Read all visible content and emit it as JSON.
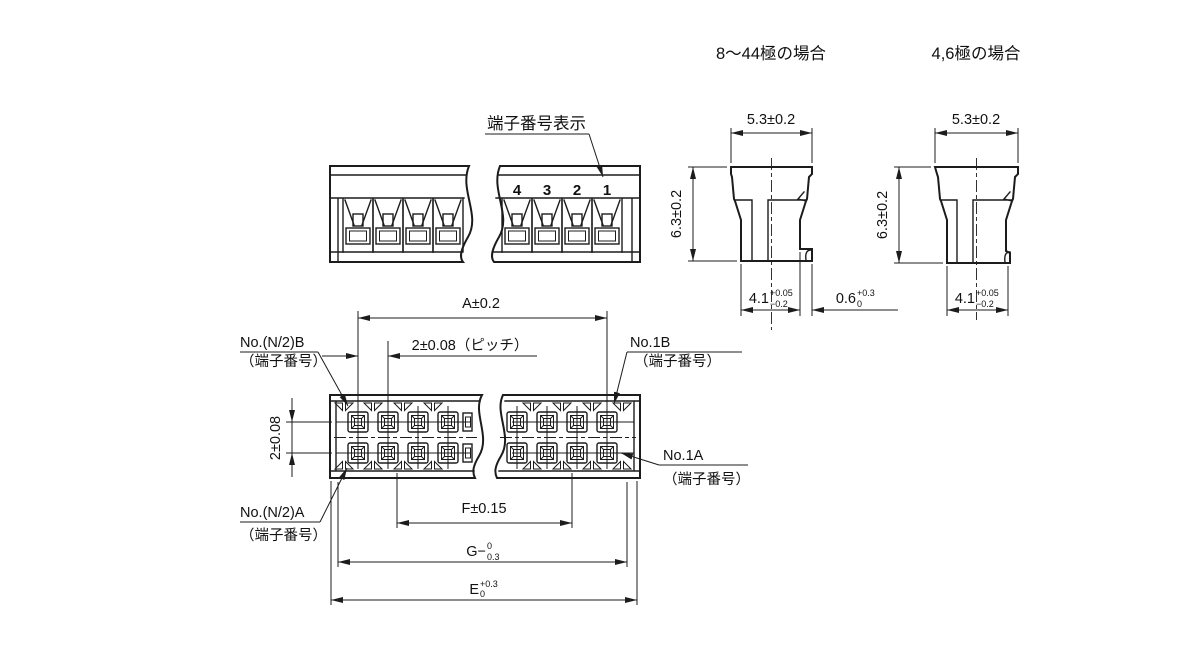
{
  "drawing": {
    "headers": {
      "mid": "8～44極の場合",
      "right": "4,6極の場合"
    },
    "front": {
      "callout": "端子番号表示",
      "nums": [
        "4",
        "3",
        "2",
        "1"
      ]
    },
    "side_a": {
      "w": "5.3±0.2",
      "h": "6.3±0.2",
      "bw": {
        "b": "4.1",
        "sup": "+0.05",
        "sub": "−0.2"
      },
      "foot": {
        "b": "0.6",
        "sup": "+0.3",
        "sub": "0"
      }
    },
    "side_b": {
      "w": "5.3±0.2",
      "h": "6.3±0.2",
      "bw": {
        "b": "4.1",
        "sup": "+0.05",
        "sub": "−0.2"
      }
    },
    "bottom": {
      "a": "A±0.2",
      "pitch": "2±0.08（ピッチ）",
      "row": "2±0.08",
      "f": "F±0.15",
      "g": {
        "b": "G−",
        "sup": "0",
        "sub": "0.3"
      },
      "e": {
        "b": "E",
        "sup": "+0.3",
        "sub": "0"
      }
    },
    "callouts": {
      "n2b": {
        "l1": "No.(N/2)B",
        "l2": "（端子番号）"
      },
      "n1b": {
        "l1": "No.1B",
        "l2": "（端子番号）"
      },
      "n1a": {
        "l1": "No.1A",
        "l2": "（端子番号）"
      },
      "n2a": {
        "l1": "No.(N/2)A",
        "l2": "（端子番号）"
      }
    },
    "colors": {
      "line": "#1c1c1c",
      "bg": "#ffffff"
    }
  }
}
